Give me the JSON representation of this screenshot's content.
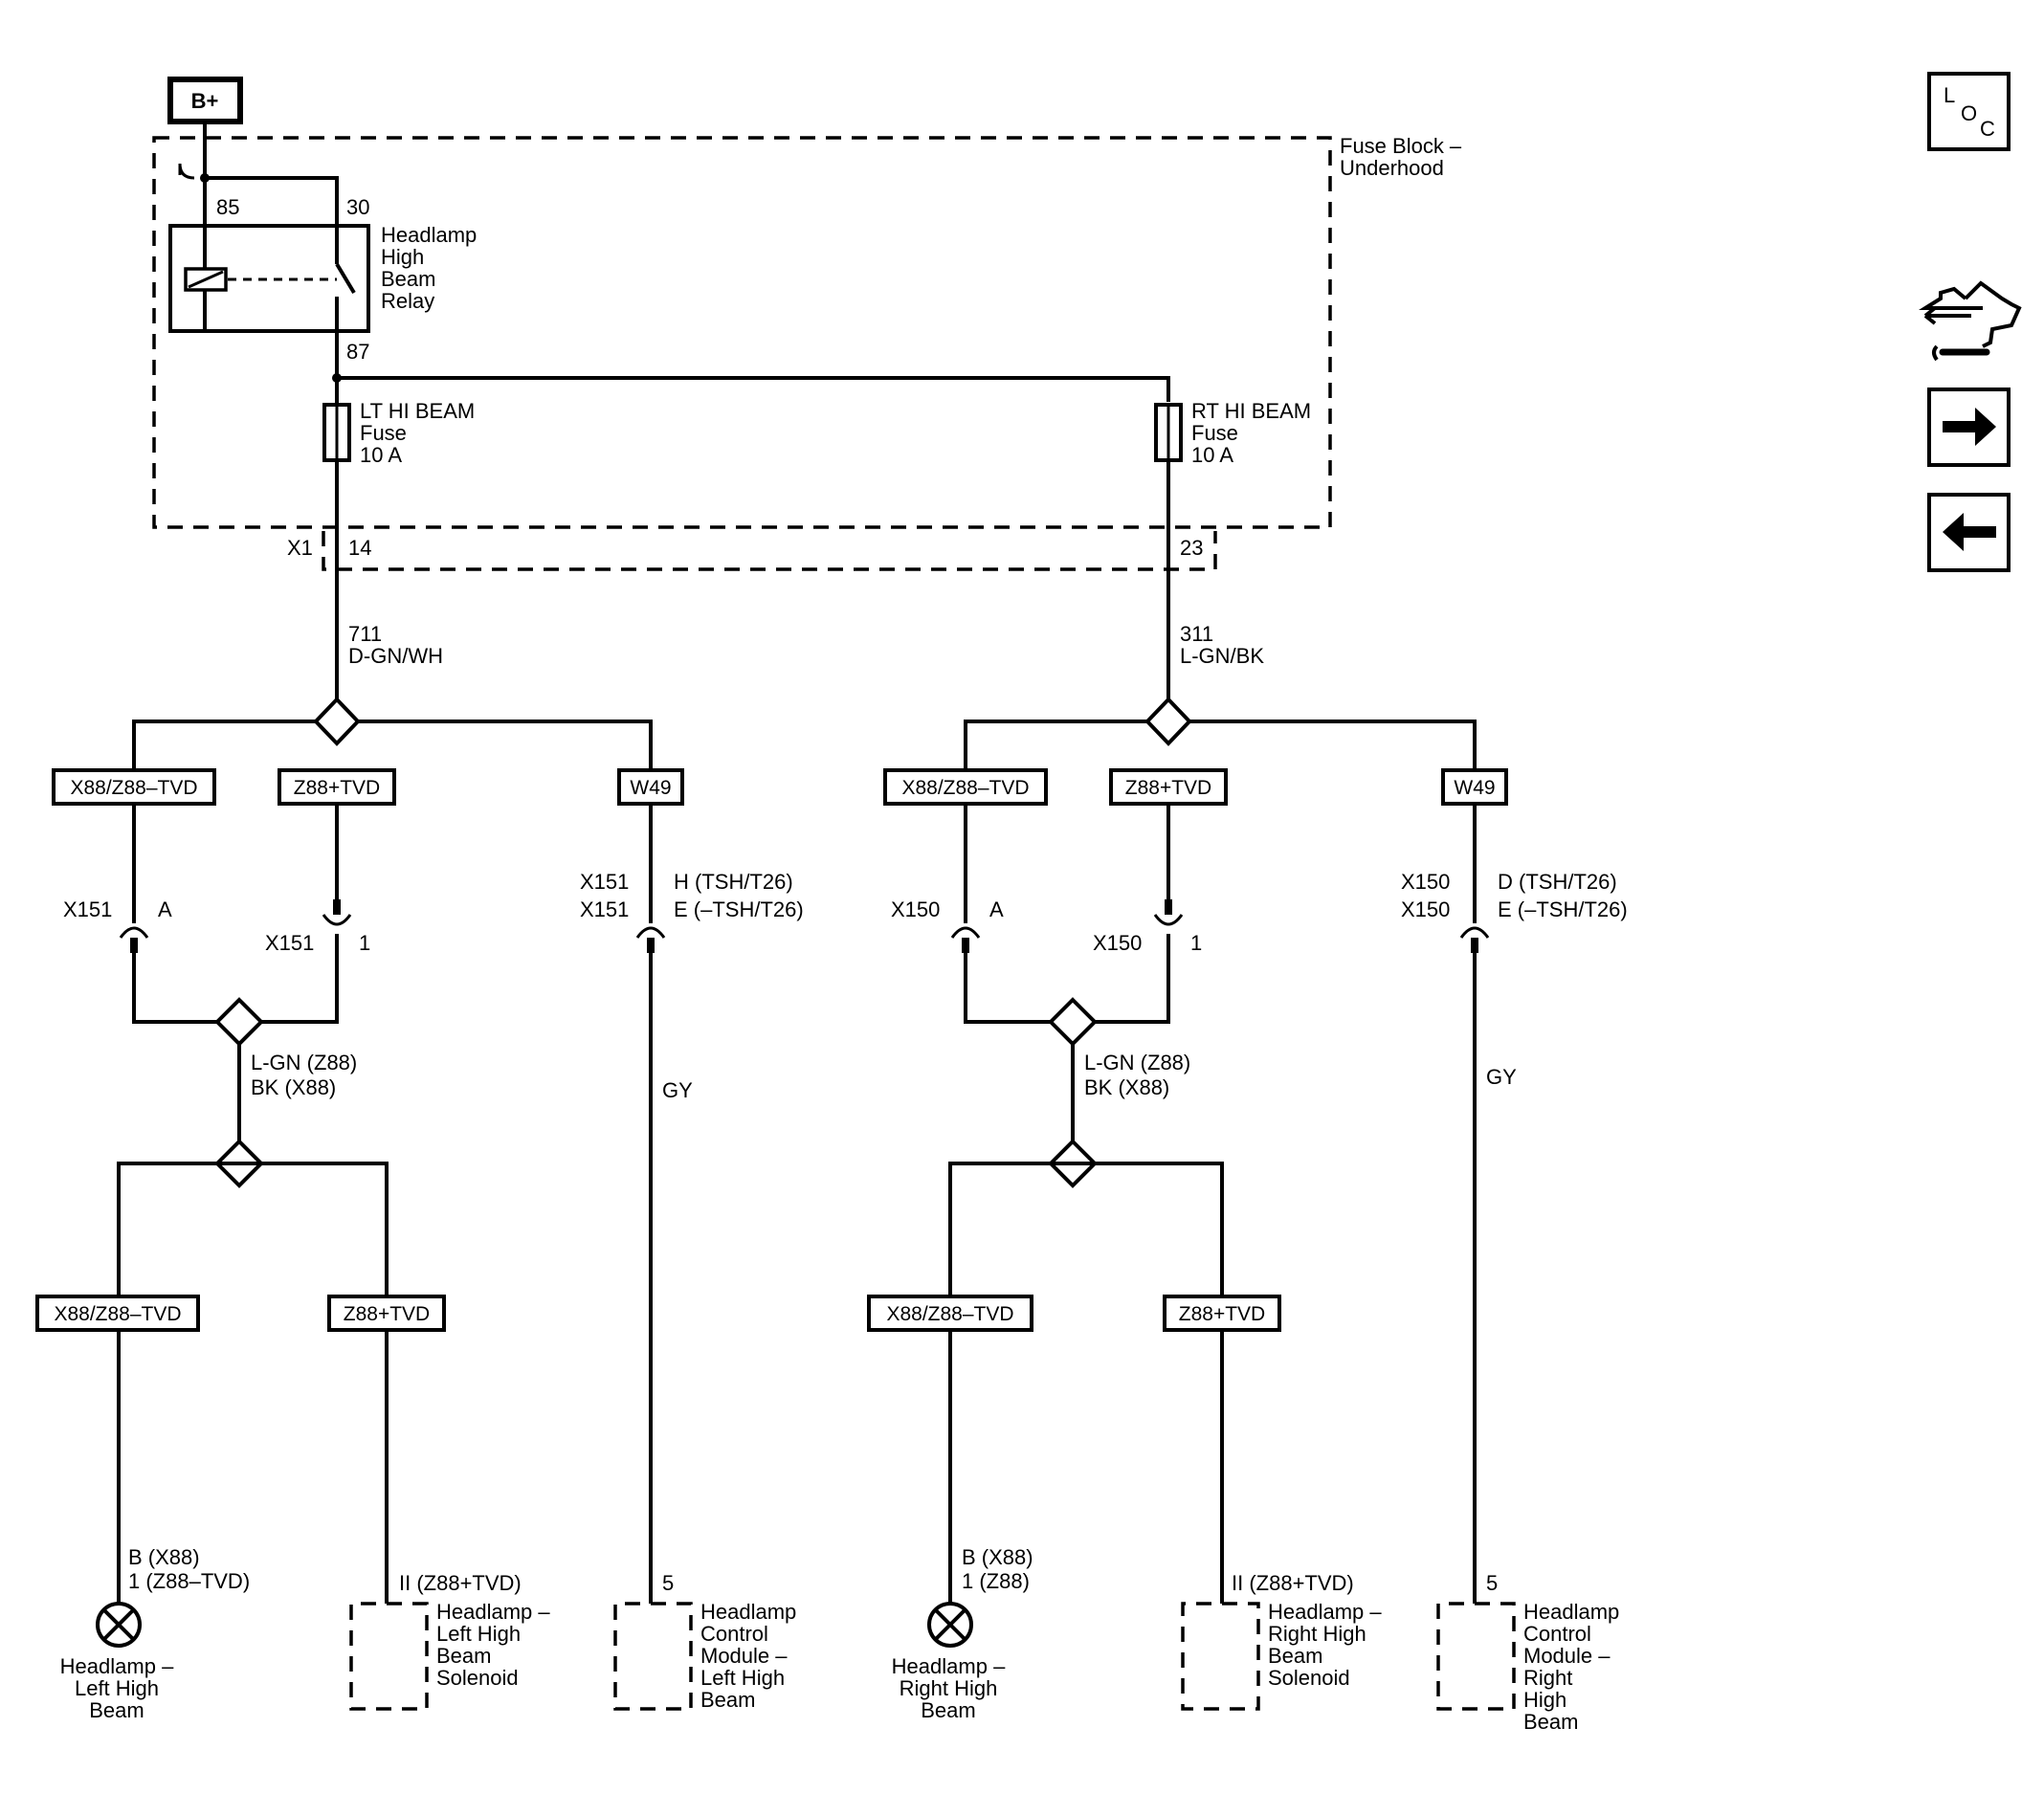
{
  "power": {
    "label": "B+"
  },
  "fuse_block": {
    "title_line1": "Fuse Block –",
    "title_line2": "Underhood"
  },
  "relay": {
    "pin_85": "85",
    "pin_30": "30",
    "pin_87": "87",
    "label_lines": [
      "Headlamp",
      "High",
      "Beam",
      "Relay"
    ]
  },
  "fuses": {
    "left": {
      "lines": [
        "LT HI BEAM",
        "Fuse",
        "10 A"
      ]
    },
    "right": {
      "lines": [
        "RT HI BEAM",
        "Fuse",
        "10 A"
      ]
    }
  },
  "connector_x1": {
    "name": "X1",
    "left_pin": "14",
    "right_pin": "23"
  },
  "wires": {
    "left_main": {
      "circuit": "711",
      "color": "D-GN/WH"
    },
    "right_main": {
      "circuit": "311",
      "color": "L-GN/BK"
    },
    "left_mid": {
      "line1": "L-GN (Z88)",
      "line2": "BK (X88)"
    },
    "right_mid": {
      "line1": "L-GN (Z88)",
      "line2": "BK (X88)"
    },
    "left_w49": "GY",
    "right_w49": "GY"
  },
  "options": {
    "x88_z88_tvd": "X88/Z88–TVD",
    "z88_tvd": "Z88+TVD",
    "w49": "W49"
  },
  "connectors": {
    "x151_a": {
      "name": "X151",
      "pin": "A"
    },
    "x151_1": {
      "name": "X151",
      "pin": "1"
    },
    "x151_w49": {
      "name1": "X151",
      "name2": "X151",
      "pin1": "H (TSH/T26)",
      "pin2": "E (–TSH/T26)"
    },
    "x150_a": {
      "name": "X150",
      "pin": "A"
    },
    "x150_1": {
      "name": "X150",
      "pin": "1"
    },
    "x150_w49": {
      "name1": "X150",
      "name2": "X150",
      "pin1": "D (TSH/T26)",
      "pin2": "E (–TSH/T26)"
    }
  },
  "components": {
    "lamp_left": {
      "pin1": "B (X88)",
      "pin2": "1 (Z88–TVD)",
      "lines": [
        "Headlamp –",
        "Left High",
        "Beam"
      ]
    },
    "solenoid_left": {
      "pin": "II (Z88+TVD)",
      "lines": [
        "Headlamp –",
        "Left High",
        "Beam",
        "Solenoid"
      ]
    },
    "module_left": {
      "pin": "5",
      "lines": [
        "Headlamp",
        "Control",
        "Module –",
        "Left High",
        "Beam"
      ]
    },
    "lamp_right": {
      "pin1": "B (X88)",
      "pin2": "1 (Z88)",
      "lines": [
        "Headlamp –",
        "Right High",
        "Beam"
      ]
    },
    "solenoid_right": {
      "pin": "II (Z88+TVD)",
      "lines": [
        "Headlamp –",
        "Right High",
        "Beam",
        "Solenoid"
      ]
    },
    "module_right": {
      "pin": "5",
      "lines": [
        "Headlamp",
        "Control",
        "Module –",
        "Right",
        "High",
        "Beam"
      ]
    }
  },
  "nav": {
    "loc": {
      "l": "L",
      "o": "O",
      "c": "C",
      "icon": "location-icon"
    },
    "service_icon": "wrench-connector-icon",
    "next_icon": "arrow-right-icon",
    "prev_icon": "arrow-left-icon"
  }
}
